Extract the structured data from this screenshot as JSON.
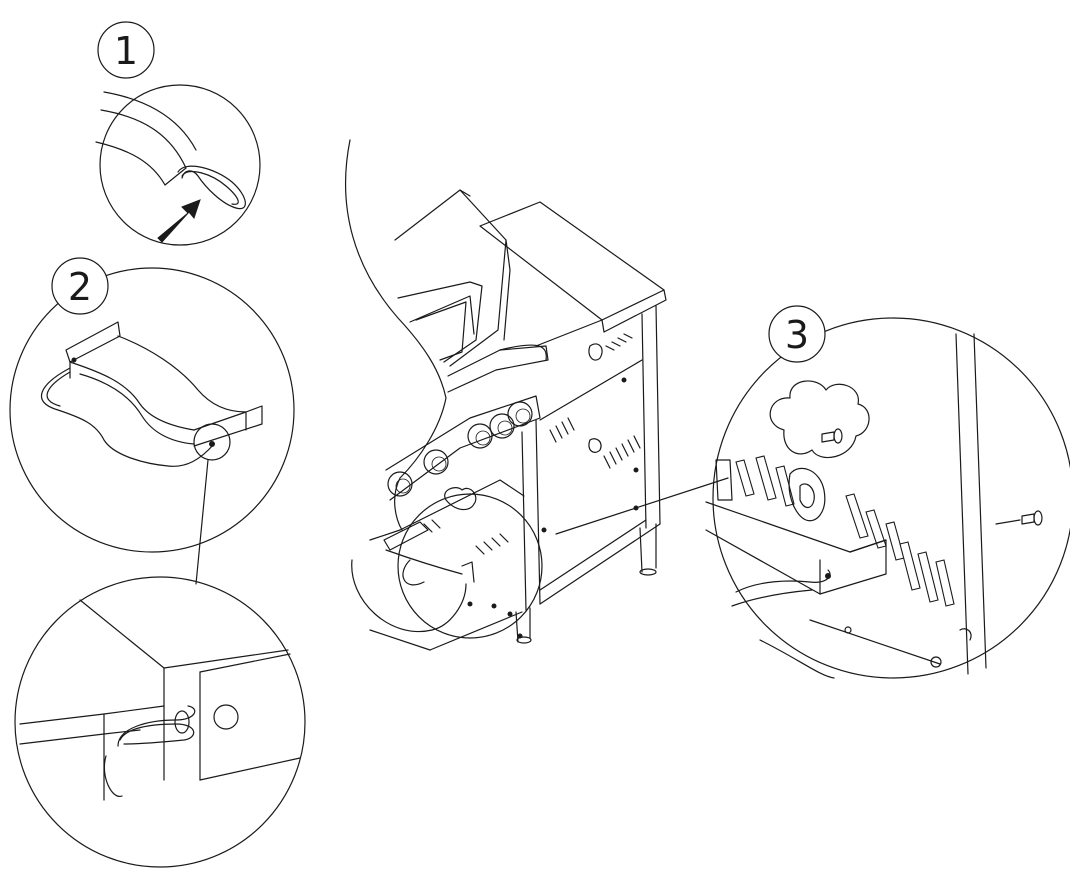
{
  "steps": [
    {
      "label": "1"
    },
    {
      "label": "2"
    },
    {
      "label": "3"
    }
  ],
  "colors": {
    "line": "#1a1a1a",
    "background": "#ffffff"
  }
}
